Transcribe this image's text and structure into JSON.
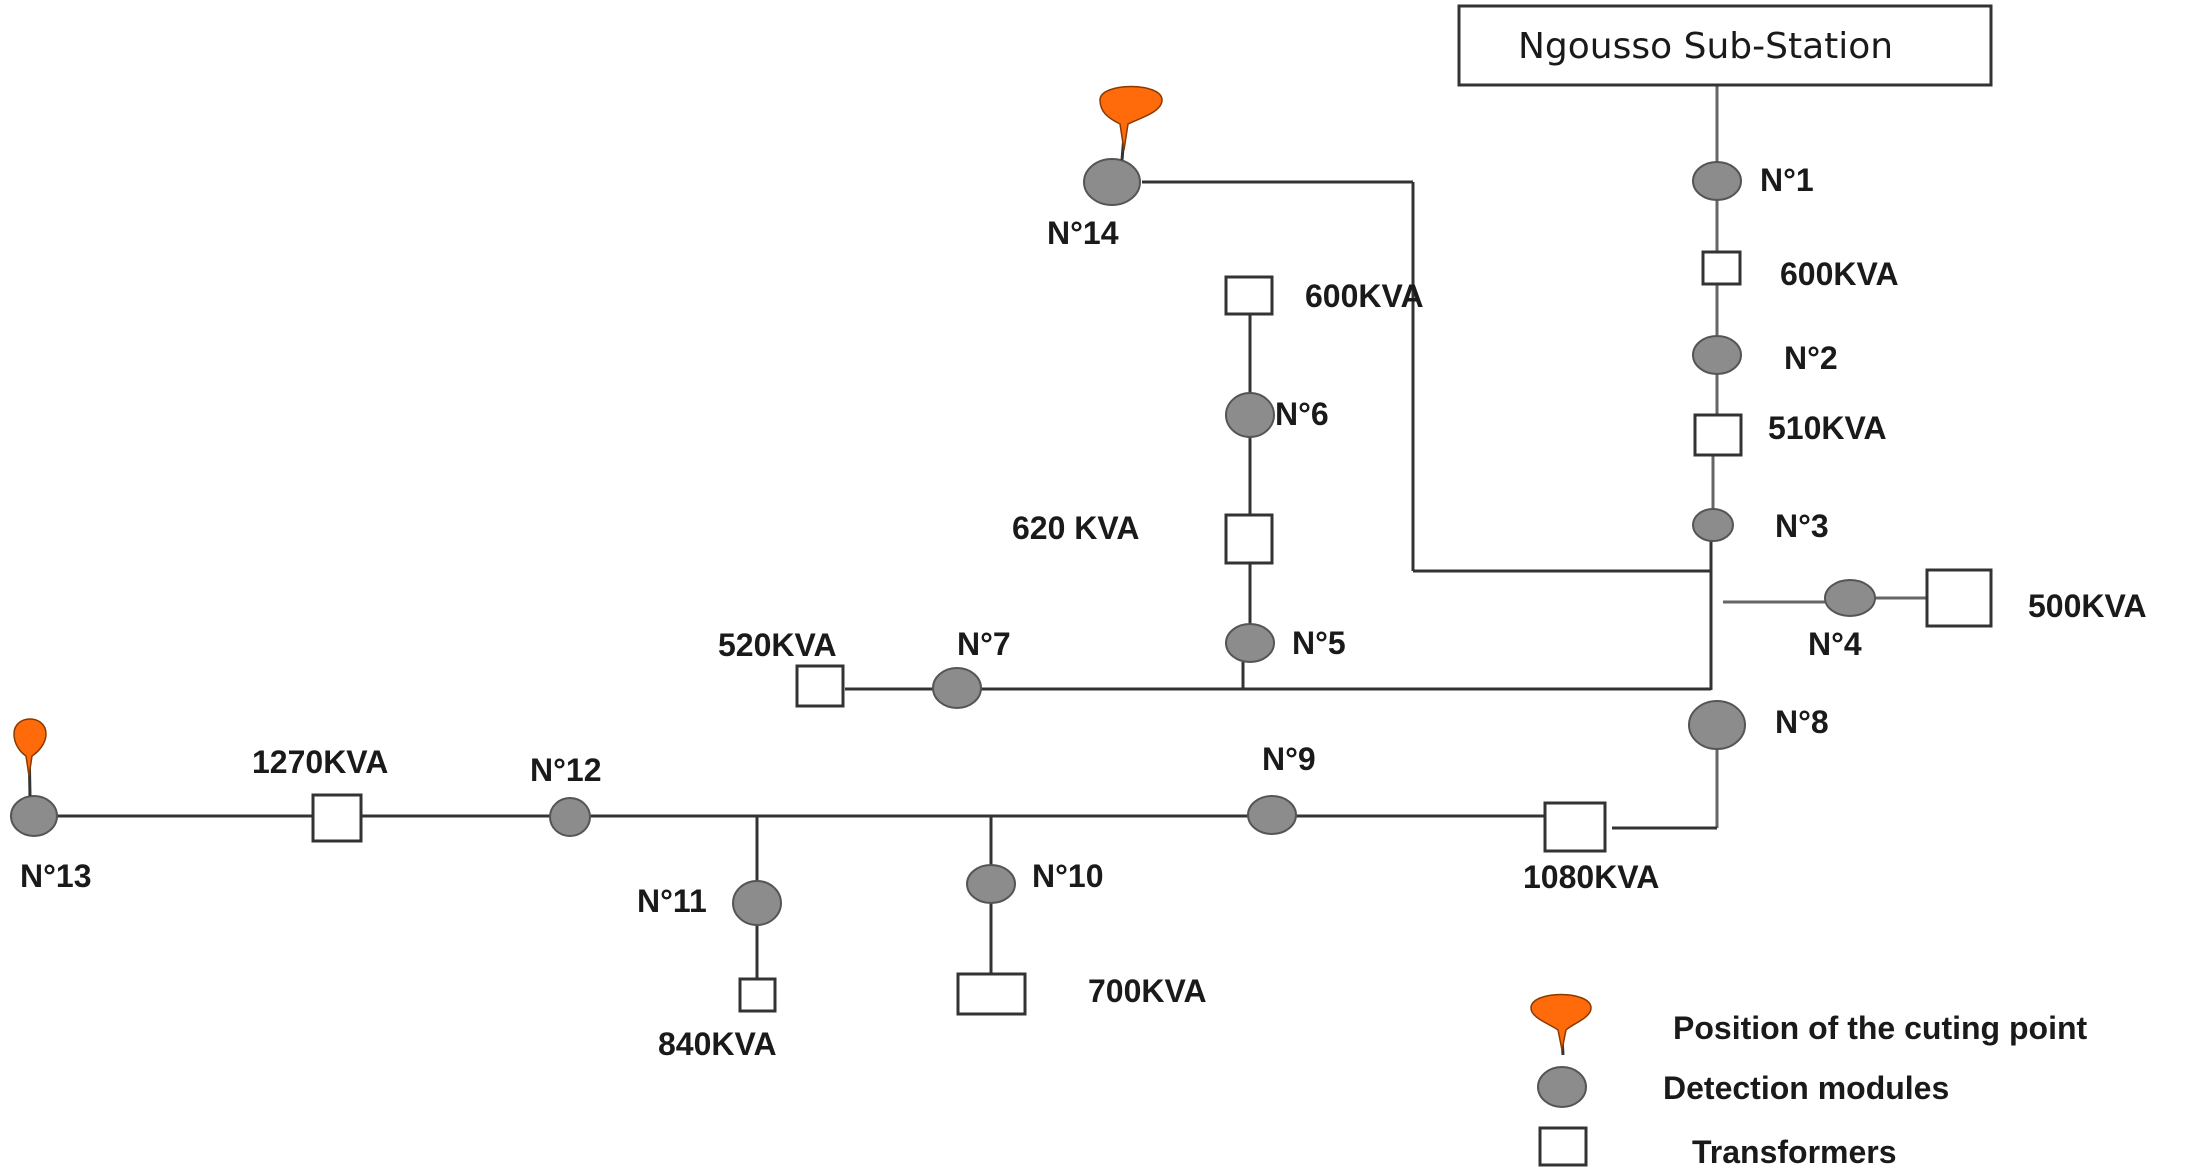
{
  "station": {
    "label": "Ngousso Sub-Station"
  },
  "colors": {
    "cutting_point": "#ff6a0a",
    "module": "#8c8c8c",
    "wire": "#333333"
  },
  "modules": [
    {
      "id": "n1",
      "label": "N°1"
    },
    {
      "id": "n2",
      "label": "N°2"
    },
    {
      "id": "n3",
      "label": "N°3"
    },
    {
      "id": "n4",
      "label": "N°4"
    },
    {
      "id": "n5",
      "label": "N°5"
    },
    {
      "id": "n6",
      "label": "N°6"
    },
    {
      "id": "n7",
      "label": "N°7"
    },
    {
      "id": "n8",
      "label": "N°8"
    },
    {
      "id": "n9",
      "label": "N°9"
    },
    {
      "id": "n10",
      "label": "N°10"
    },
    {
      "id": "n11",
      "label": "N°11"
    },
    {
      "id": "n12",
      "label": "N°12"
    },
    {
      "id": "n13",
      "label": "N°13"
    },
    {
      "id": "n14",
      "label": "N°14"
    }
  ],
  "transformers": [
    {
      "id": "t-n1-n2",
      "label": "600KVA"
    },
    {
      "id": "t-n2-n3",
      "label": "510KVA"
    },
    {
      "id": "t-n4",
      "label": "500KVA"
    },
    {
      "id": "t-n6-top",
      "label": "600KVA"
    },
    {
      "id": "t-n6-n5",
      "label": "620 KVA"
    },
    {
      "id": "t-n7",
      "label": "520KVA"
    },
    {
      "id": "t-n8",
      "label": "1080KVA"
    },
    {
      "id": "t-n12-n13",
      "label": "1270KVA"
    },
    {
      "id": "t-n11",
      "label": "840KVA"
    },
    {
      "id": "t-n10",
      "label": "700KVA"
    }
  ],
  "cutting_points": [
    {
      "id": "cut-n14",
      "at": "N°14"
    },
    {
      "id": "cut-n13",
      "at": "N°13"
    }
  ],
  "legend": {
    "cutting_point": "Position of the cuting point",
    "modules": "Detection modules",
    "transformers": "Transformers"
  }
}
